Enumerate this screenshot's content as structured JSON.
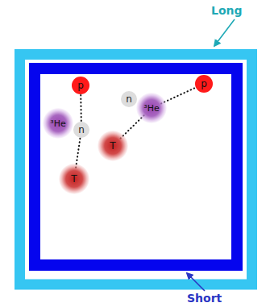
{
  "diagram": {
    "nodes": [
      {
        "text": [
          "p"
        ]
      },
      {
        "text": [
          "³He"
        ]
      },
      {
        "text": [
          "n"
        ]
      },
      {
        "text": [
          "T"
        ]
      },
      {
        "text": [
          "n"
        ]
      },
      {
        "text": [
          "³He"
        ]
      },
      {
        "text": [
          "p"
        ]
      },
      {
        "text": [
          "T"
        ]
      }
    ],
    "edges": [
      {
        "from": 0,
        "to": 2,
        "arrow": "none"
      },
      {
        "from": 2,
        "to": 3,
        "arrow": "none"
      },
      {
        "from": 5,
        "to": 6,
        "arrow": "none"
      },
      {
        "from": 5,
        "to": 7,
        "arrow": "none"
      }
    ],
    "labels": [
      "Long",
      "Short"
    ]
  }
}
